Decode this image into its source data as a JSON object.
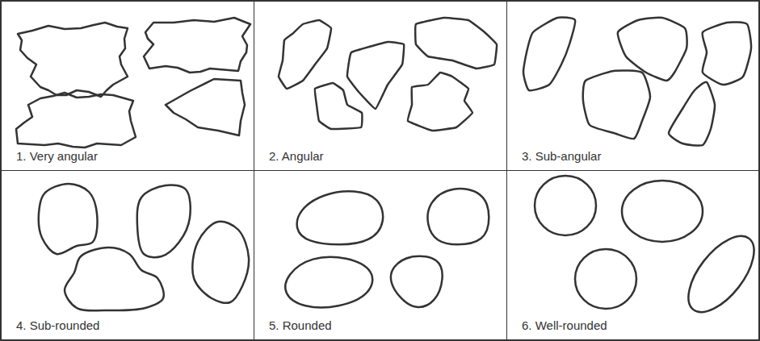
{
  "diagram": {
    "nodes": [
      {
        "text": [
          "1. Very angular"
        ]
      },
      {
        "text": [
          "2. Angular"
        ]
      },
      {
        "text": [
          "3. Sub-angular"
        ]
      },
      {
        "text": [
          "4. Sub-rounded"
        ]
      },
      {
        "text": [
          "5. Rounded"
        ]
      },
      {
        "text": [
          "6. Well-rounded"
        ]
      }
    ]
  }
}
